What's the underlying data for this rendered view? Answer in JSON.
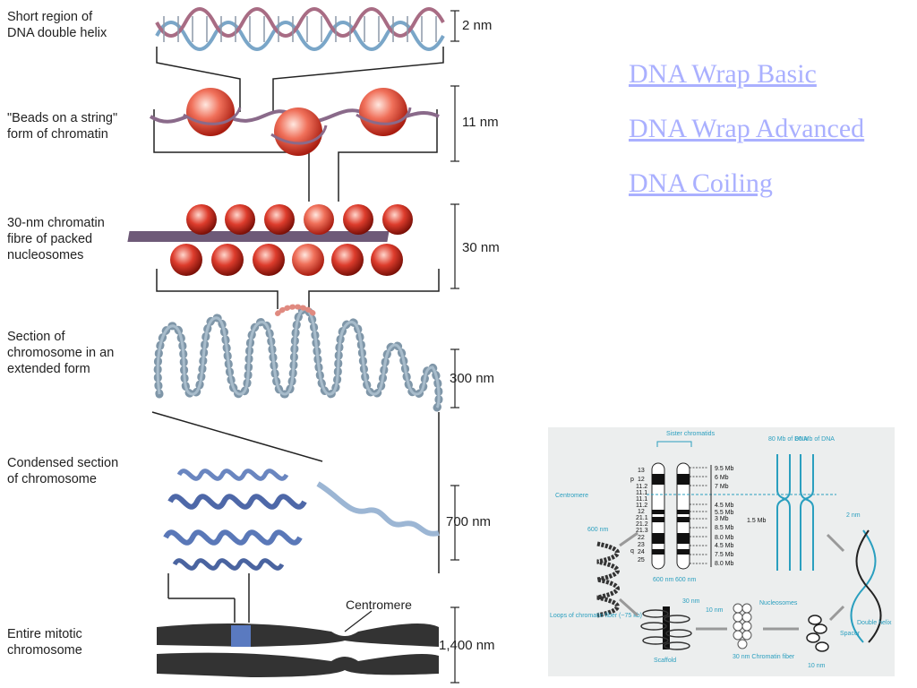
{
  "figure": {
    "stages": [
      {
        "label": "Short region of\nDNA double helix",
        "size": "2 nm"
      },
      {
        "label": "\"Beads on a string\"\nform of chromatin",
        "size": "11 nm"
      },
      {
        "label": "30-nm chromatin\nfibre of packed\nnucleosomes",
        "size": "30 nm"
      },
      {
        "label": "Section of\nchromosome in an\nextended form",
        "size": "300 nm"
      },
      {
        "label": "Condensed section\nof chromosome",
        "size": "700 nm"
      },
      {
        "label": "Entire mitotic\nchromosome",
        "size": "1,400 nm"
      }
    ],
    "centromere_label": "Centromere"
  },
  "links": [
    {
      "text": "DNA Wrap Basic"
    },
    {
      "text": "DNA Wrap Advanced"
    },
    {
      "text": "DNA Coiling"
    }
  ],
  "inset": {
    "sister_chromatids": "Sister chromatids",
    "mb80_left": "80 Mb of DNA",
    "mb80_right": "80 Mb of DNA",
    "arm_p": "p",
    "arm_q": "q",
    "centromere": "Centromere",
    "bands": [
      "13",
      "12",
      "11.2",
      "11.1",
      "11.1",
      "11.2",
      "12",
      "21.1",
      "21.2",
      "21.3",
      "22",
      "23",
      "24",
      "25"
    ],
    "sizes": [
      "9.5 Mb",
      "6 Mb",
      "7 Mb",
      "4.5 Mb",
      "5.5 Mb",
      "3 Mb",
      "8.5 Mb",
      "8.0 Mb",
      "4.5 Mb",
      "7.5 Mb",
      "8.0 Mb"
    ],
    "size_15": "1.5 Mb",
    "width_left": "600 nm",
    "width_right": "600 nm",
    "nm600": "600 nm",
    "nm2": "2 nm",
    "nm30": "30 nm",
    "nm10a": "10 nm",
    "nm10b": "10 nm",
    "loops": "Loops of chromatin fiber (~75 kb)",
    "scaffold": "Scaffold",
    "fiber30": "30 nm Chromatin fiber",
    "nucleosomes": "Nucleosomes",
    "spacer": "Spacer",
    "double_helix": "Double helix"
  }
}
